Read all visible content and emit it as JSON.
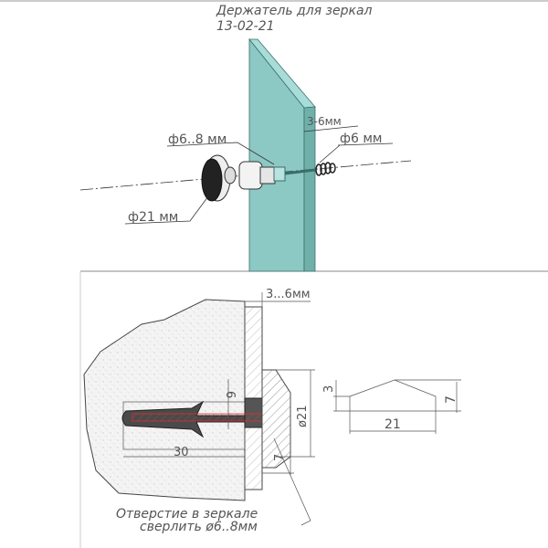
{
  "title": "Держатель для зеркал",
  "code": "13-02-21",
  "top_labels": {
    "hole_diameter": "ф6..8 мм",
    "glass_thickness": "3-6мм",
    "dowel_diameter": "ф6 мм",
    "cap_diameter": "ф21 мм"
  },
  "section_labels": {
    "glass_thickness": "3...6мм",
    "dowel_dim": "6",
    "depth": "30",
    "cap_dia": "ø21",
    "cap_offset": "7",
    "profile_height_small": "3",
    "profile_height": "7",
    "profile_width": "21",
    "note_line1": "Отверстие в зеркале",
    "note_line2": "сверлить  ø6..8мм"
  },
  "colors": {
    "glass": "#8cc8c4",
    "glass_edge": "#6fb0ab",
    "dowel": "#4a4a4a",
    "screw": "#d33"
  }
}
